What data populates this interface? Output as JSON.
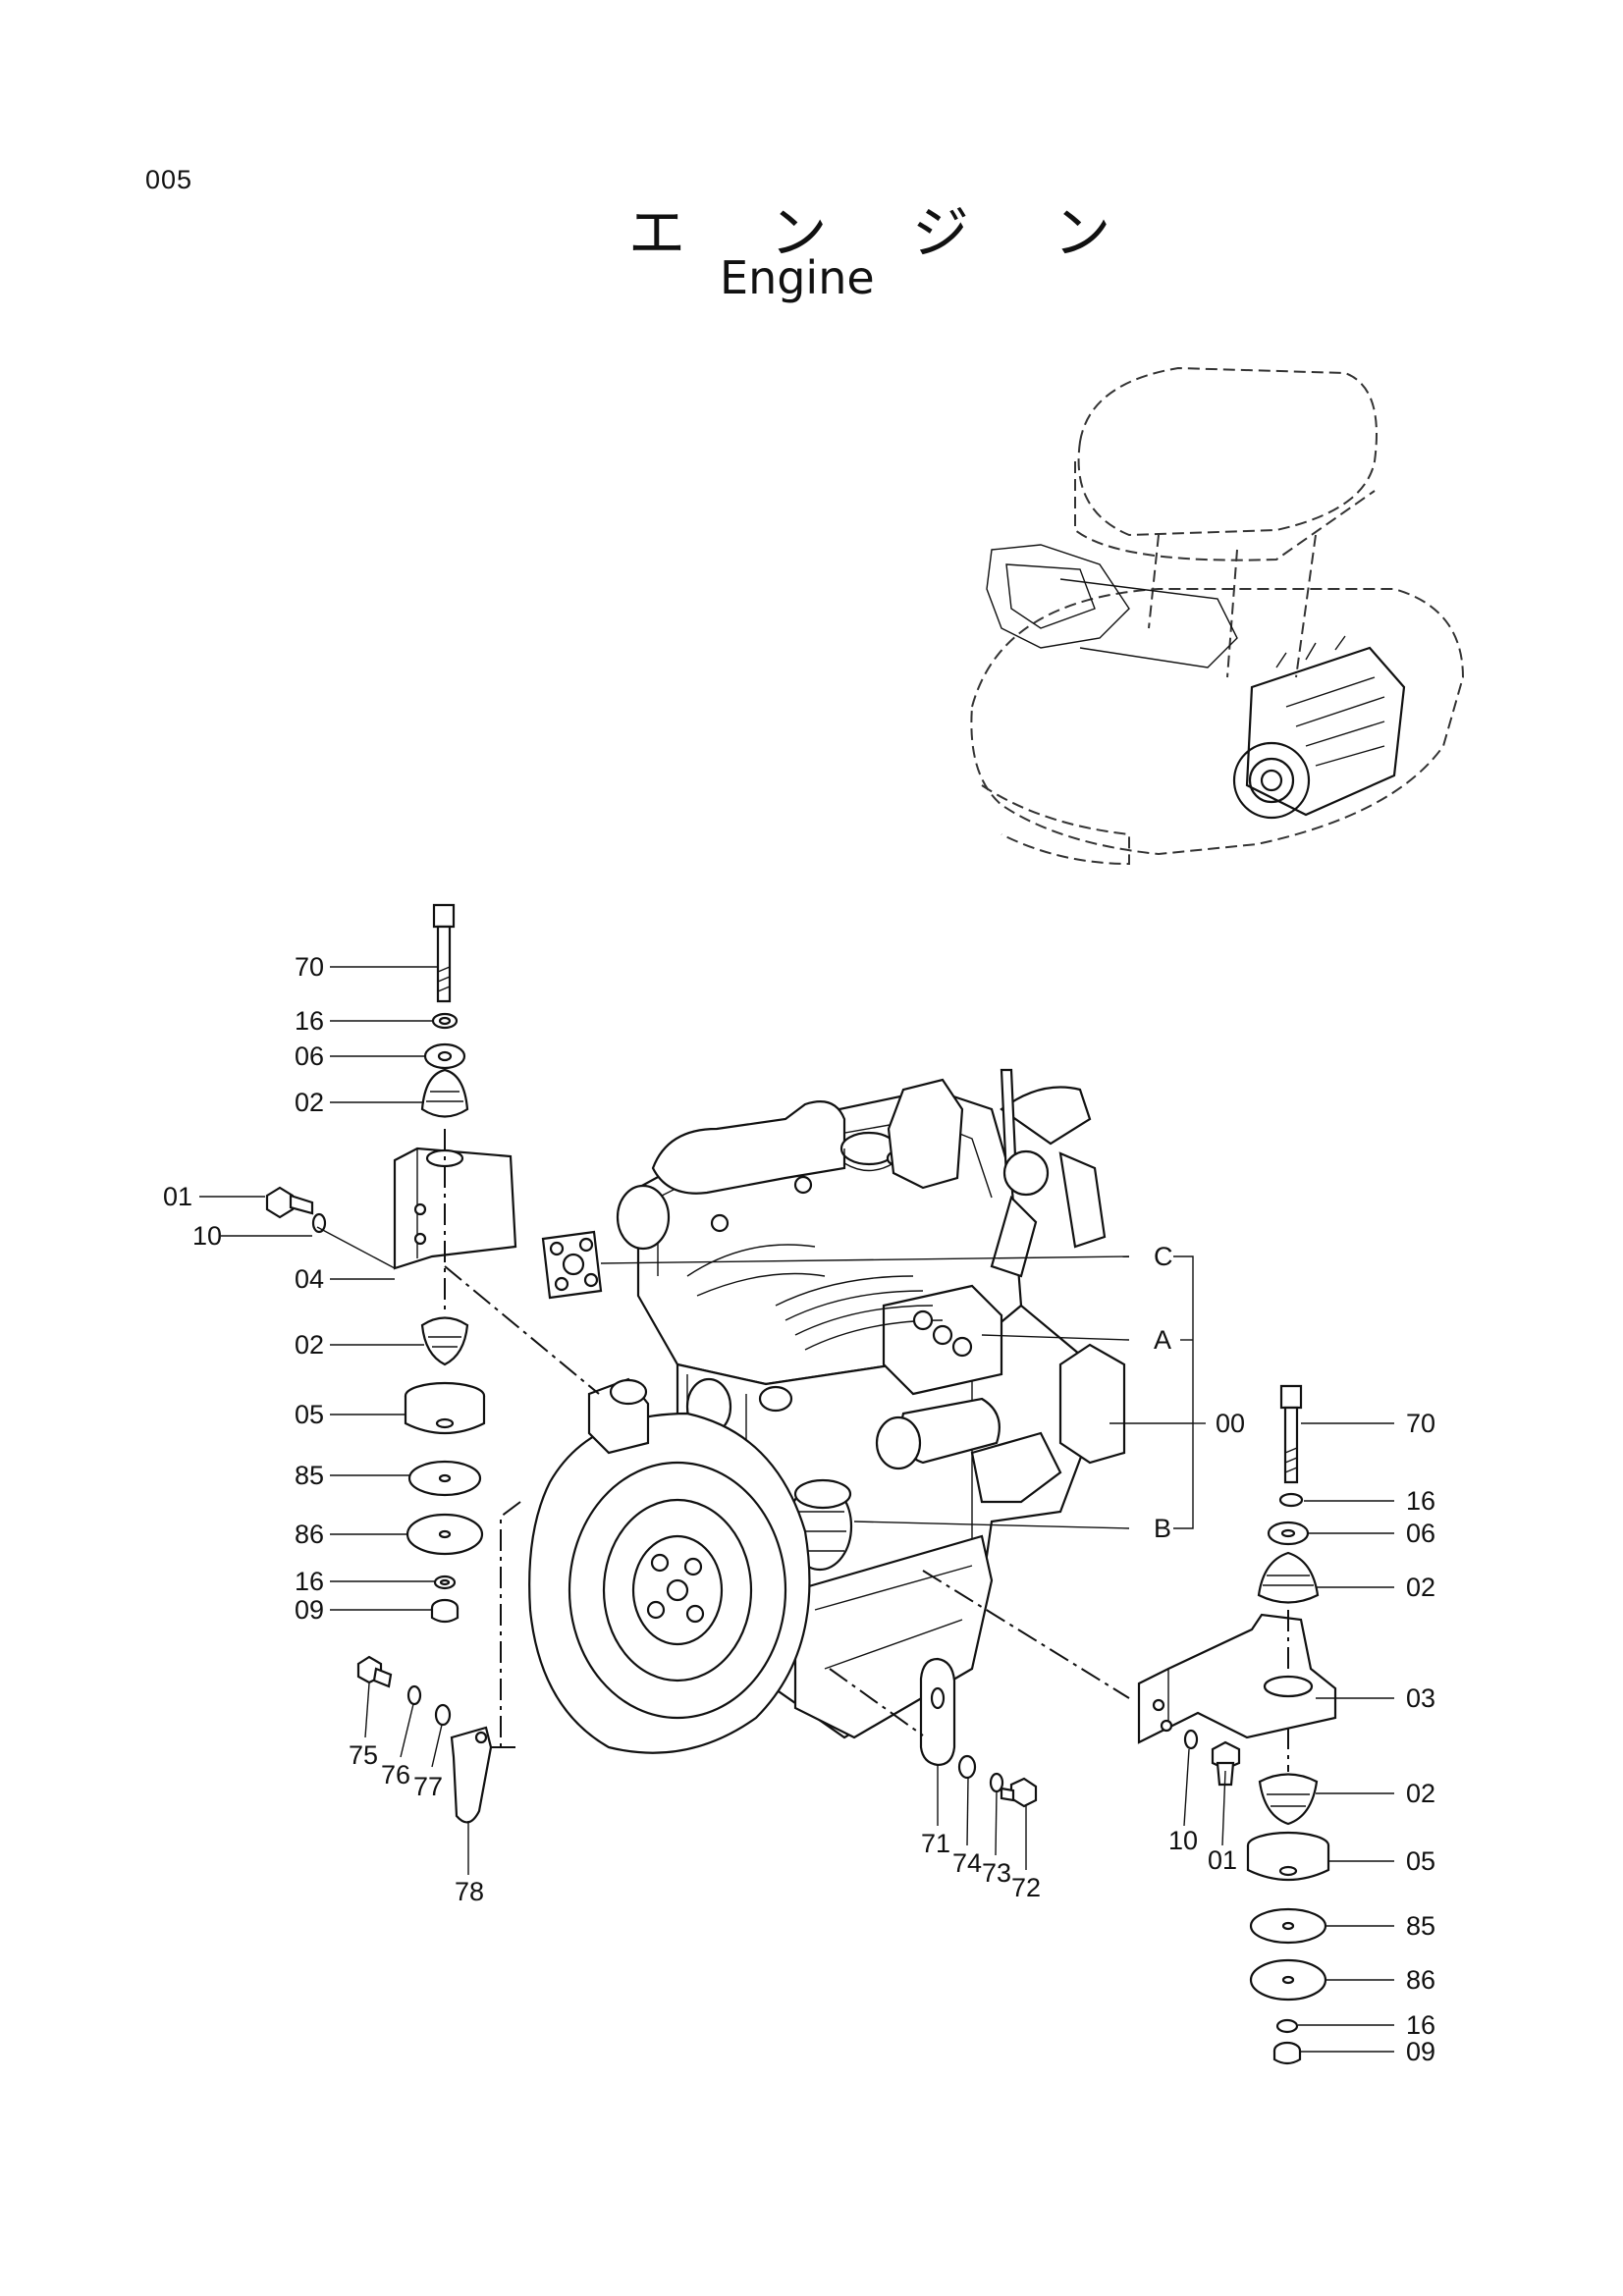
{
  "page_code": "005",
  "title_japanese": "エ ン ジ ン",
  "title_english": "Engine",
  "callouts": {
    "left_70": "70",
    "left_16a": "16",
    "left_06": "06",
    "left_02a": "02",
    "left_01": "01",
    "left_10": "10",
    "left_04": "04",
    "left_02b": "02",
    "left_05": "05",
    "left_85": "85",
    "left_86": "86",
    "left_16b": "16",
    "left_09": "09",
    "c_label": "C",
    "a_label": "A",
    "b_label": "B",
    "assy_00": "00",
    "right_70": "70",
    "right_16a": "16",
    "right_06": "06",
    "right_02a": "02",
    "right_03": "03",
    "right_02b": "02",
    "right_05": "05",
    "right_85": "85",
    "right_86": "86",
    "right_16b": "16",
    "right_09": "09",
    "right_10": "10",
    "right_01": "01",
    "bottom_75": "75",
    "bottom_76": "76",
    "bottom_77": "77",
    "bottom_78": "78",
    "bottom_71": "71",
    "bottom_74": "74",
    "bottom_73": "73",
    "bottom_72": "72"
  }
}
